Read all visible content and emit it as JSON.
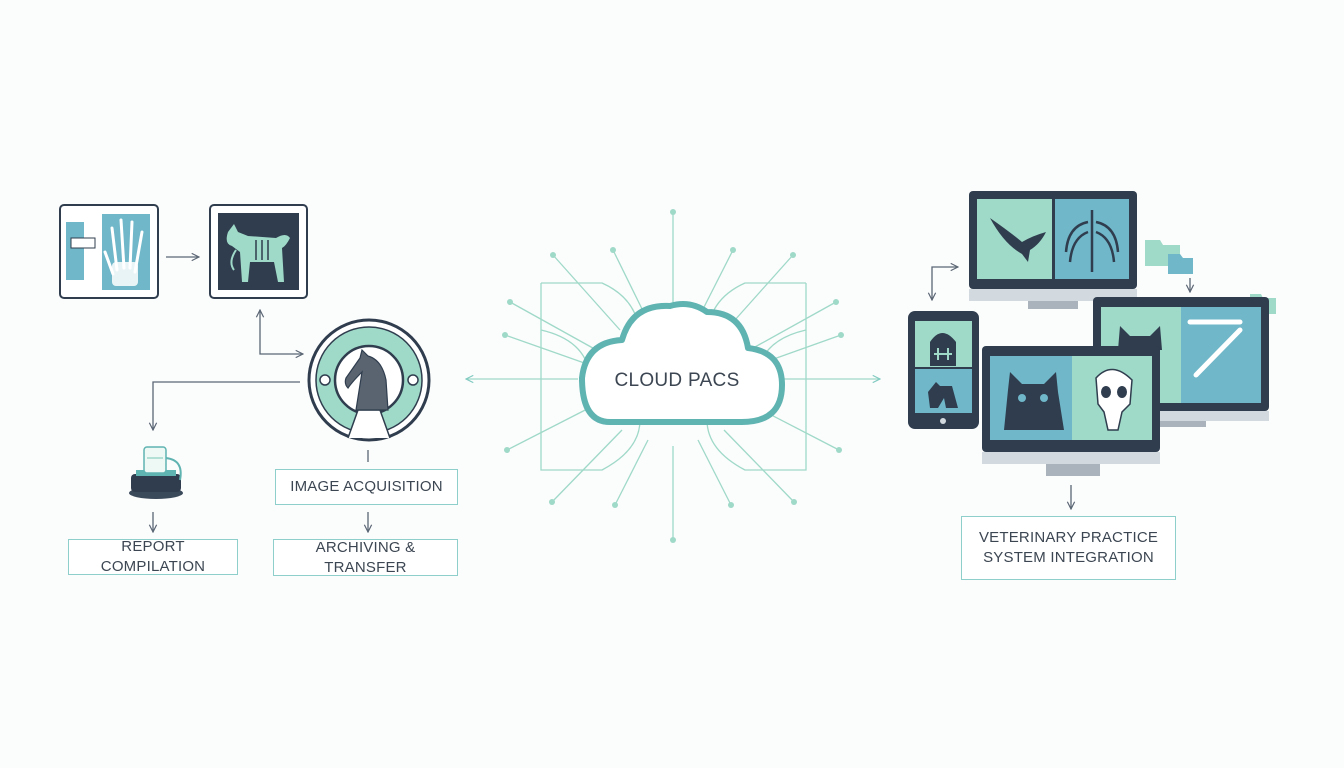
{
  "colors": {
    "navy": "#2f3d4e",
    "teal": "#5fb3b1",
    "mint": "#9fd9c8",
    "light_teal": "#8fcfcb",
    "blue_panel": "#6fb7c9",
    "text": "#3c4652"
  },
  "cloud": {
    "label": "CLOUD PACS"
  },
  "labels": {
    "image_acquisition": "IMAGE ACQUISITION",
    "archiving_transfer": "ARCHIVING & TRANSFER",
    "report_compilation": "REPORT COMPILATION",
    "vps_line1": "VETERINARY PRACTICE",
    "vps_line2": "SYSTEM INTEGRATION"
  },
  "icons": {
    "hand_xray": "hand-xray-icon",
    "dog_xray": "dog-xray-icon",
    "horse_scanner": "horse-scanner-icon",
    "report_device": "report-printer-icon",
    "monitor_bird_ribcage": "monitor-bird-ribcage-icon",
    "monitor_cat_bone": "monitor-cat-bone-icon",
    "monitor_cat_skull": "monitor-cat-skull-icon",
    "tablet": "tablet-icon",
    "folder": "folder-icon"
  }
}
